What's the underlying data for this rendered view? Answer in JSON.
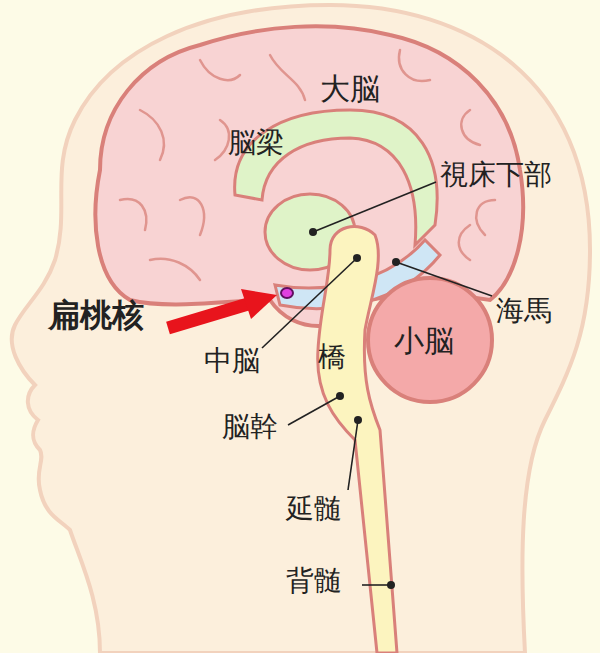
{
  "diagram": {
    "labels": [
      "大脳",
      "脳梁",
      "視床下部",
      "海馬",
      "扁桃核",
      "中脳",
      "橋",
      "小脳",
      "脳幹",
      "延髄",
      "背髄"
    ]
  }
}
